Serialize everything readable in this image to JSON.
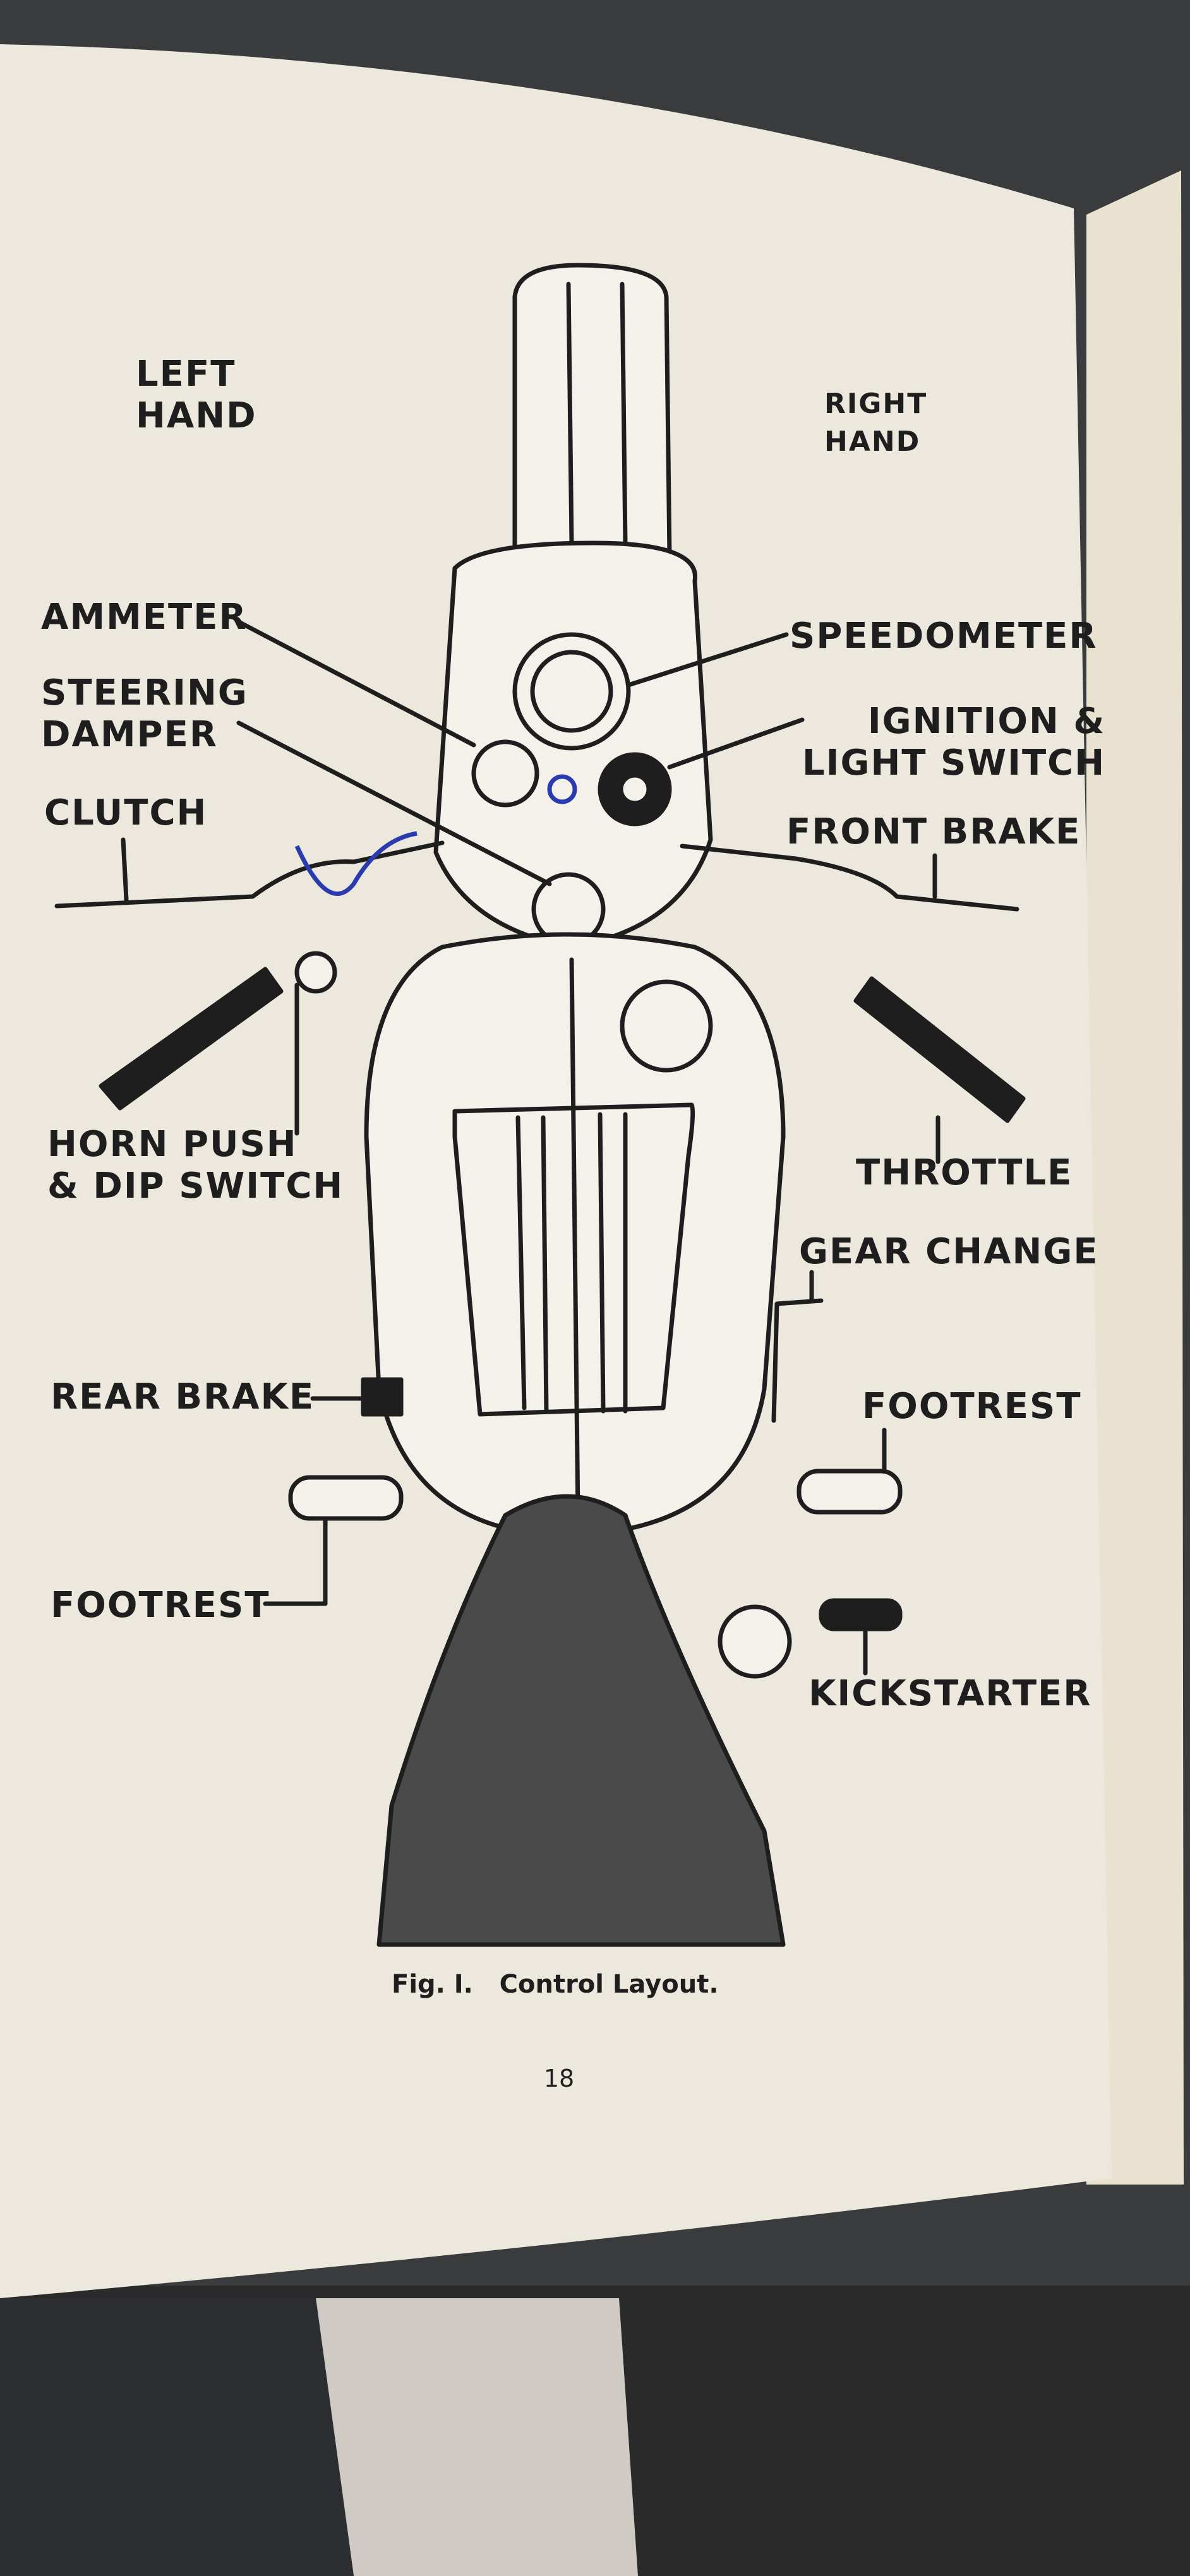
{
  "colors": {
    "paper": "#ece8dd",
    "ink": "#1e1e1e",
    "pen_annotation": "#2a3bb0",
    "background_fabric": "#3a3b3d",
    "floor": "#cfcbc4"
  },
  "headers": {
    "left_hand": "LEFT\nHAND",
    "right_hand": "RIGHT\nHAND"
  },
  "labels": {
    "ammeter": "AMMETER",
    "steering_damper": "STEERING\nDAMPER",
    "clutch": "CLUTCH",
    "horn_push": "HORN PUSH\n& DIP SWITCH",
    "rear_brake": "REAR BRAKE",
    "footrest_left": "FOOTREST",
    "speedometer": "SPEEDOMETER",
    "ignition": "IGNITION &\nLIGHT SWITCH",
    "front_brake": "FRONT BRAKE",
    "throttle": "THROTTLE",
    "gear_change": "GEAR CHANGE",
    "footrest_right": "FOOTREST",
    "kickstarter": "KICKSTARTER"
  },
  "caption": "Fig. I.   Control Layout.",
  "page_number": "18"
}
